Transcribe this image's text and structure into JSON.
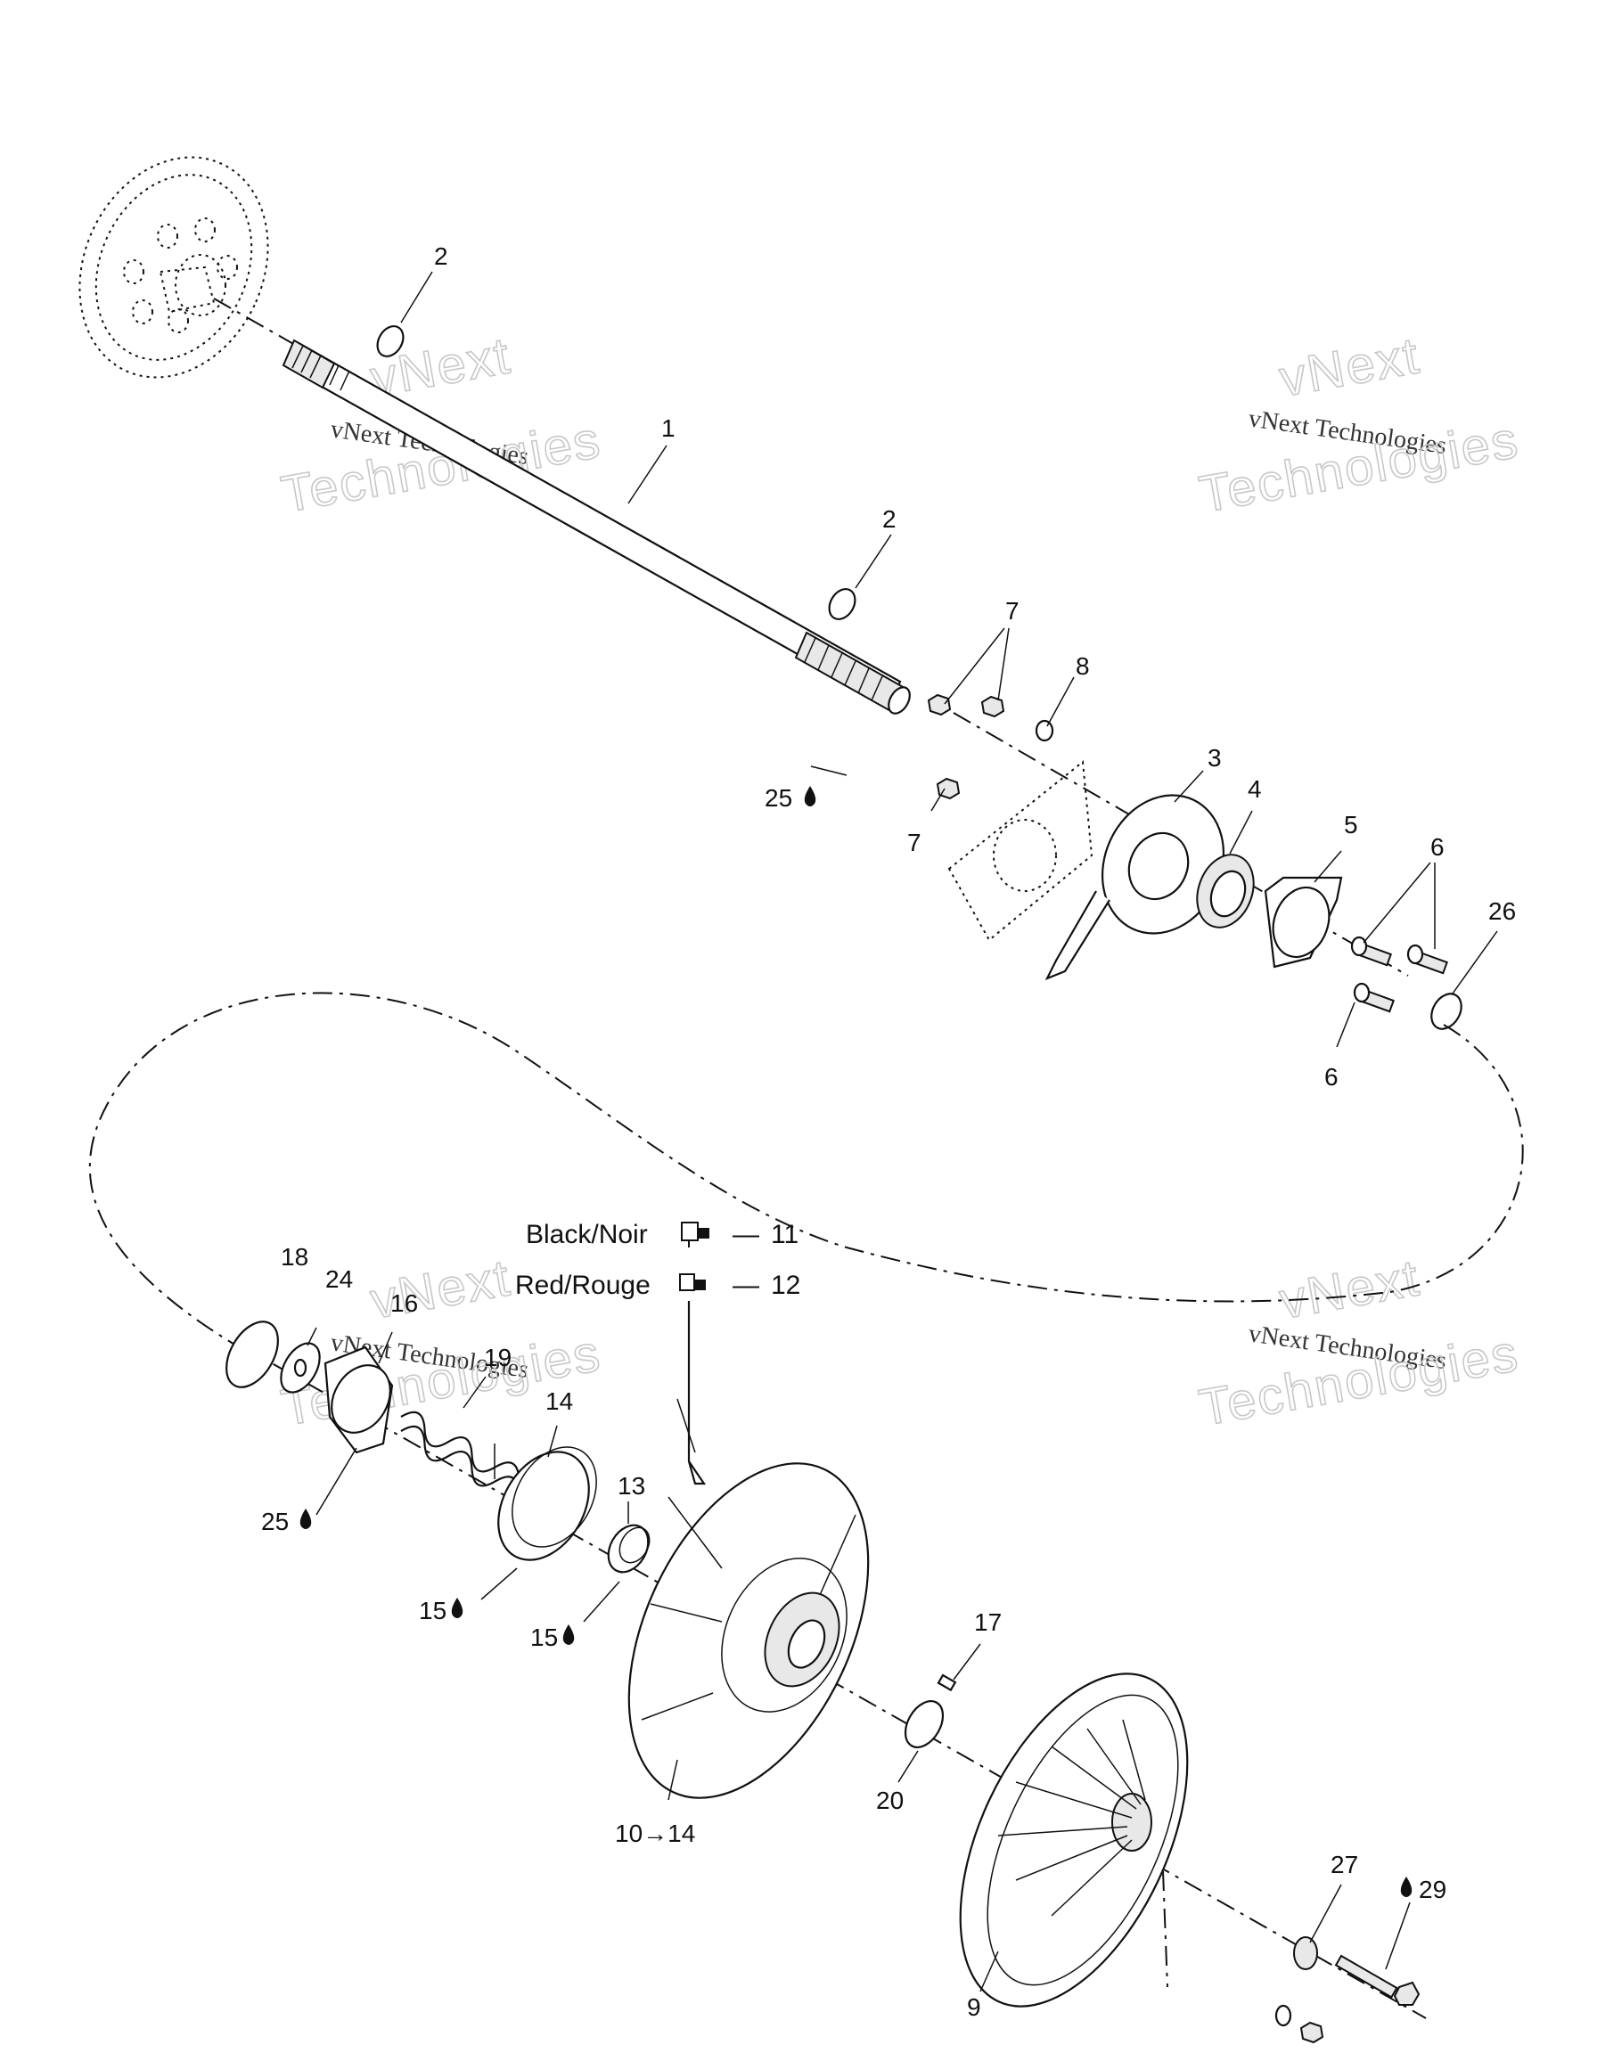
{
  "watermark": {
    "line1": "vNext",
    "line2": "vNext Technologies",
    "line3": "Technologies"
  },
  "legend": {
    "black_label": "Black/Noir",
    "black_ref": "11",
    "red_label": "Red/Rouge",
    "red_ref": "12",
    "dash": "—"
  },
  "callouts": {
    "c1": "1",
    "c2a": "2",
    "c2b": "2",
    "c3": "3",
    "c4": "4",
    "c5": "5",
    "c6a": "6",
    "c6b": "6",
    "c7a": "7",
    "c7b": "7",
    "c8": "8",
    "c9": "9",
    "c10": "10→14",
    "c13": "13",
    "c14": "14",
    "c15a": "15",
    "c15b": "15",
    "c16": "16",
    "c17": "17",
    "c18": "18",
    "c19": "19",
    "c20": "20",
    "c24": "24",
    "c25a": "25",
    "c25b": "25",
    "c26": "26",
    "c27": "27",
    "c29": "29"
  },
  "icons": {
    "lubricant": "lubricant-drop-icon",
    "wire_black": "wire-connector-black-icon",
    "wire_red": "wire-connector-red-icon"
  }
}
